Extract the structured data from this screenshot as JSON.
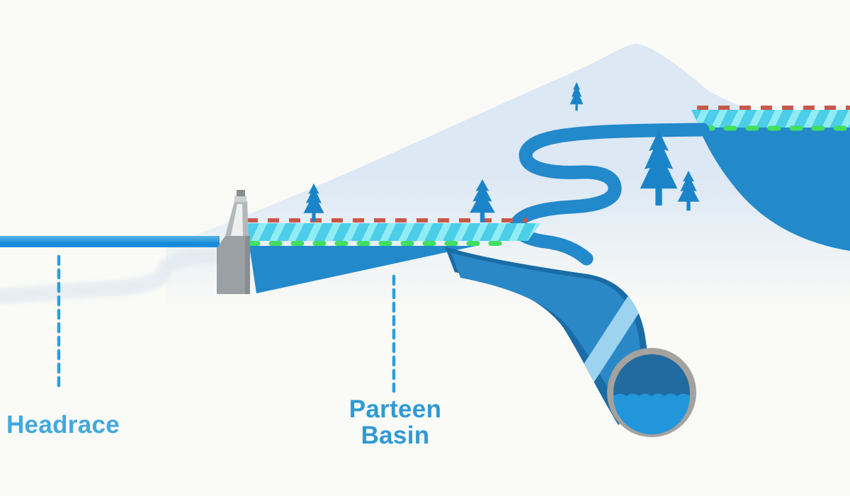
{
  "title": "Hydroelectric scheme diagram",
  "labels": {
    "headrace": "Headrace",
    "parteen_line1": "Parteen",
    "parteen_line2": "Basin"
  },
  "colors": {
    "background": "#fafaf7",
    "mountain": "#dce8f4",
    "ghost": "#dfe8f1",
    "water": "#2289cb",
    "strip_teal": "#4ccde8",
    "strip_stripe": "#90ecf4",
    "marker_red": "#c7584b",
    "marker_green": "#42de61",
    "channel_top": "#58b1e5",
    "channel_mid": "#2f9bdd",
    "channel_bottom": "#158bda",
    "dam_gray": "#9aa0a4",
    "dam_mid": "#b4b8ba",
    "dam_light": "#edeff0",
    "dam_dark": "#878e92",
    "dam_cap": "#cdd0d1",
    "tree": "#1b84c9",
    "pipe_dark": "#1a6ca5",
    "pipe_body": "#2a88c7",
    "pipe_collar": "#9dd3ef",
    "pipe_ring": "#a5a29d",
    "mouth_inner": "#216ba0",
    "mouth_water": "#2196da",
    "leader": "#2f9fd9",
    "label_headrace": "#42a8de",
    "label_parteen": "#2f9ad4"
  }
}
